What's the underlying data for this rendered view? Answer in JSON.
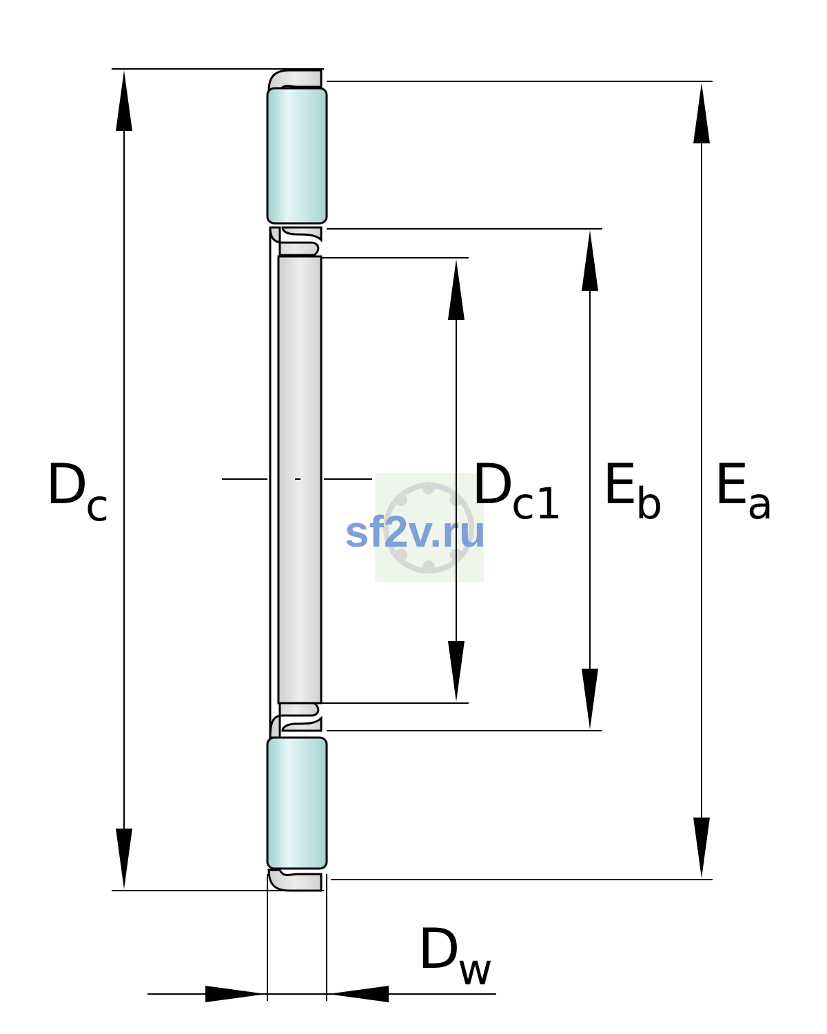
{
  "labels": {
    "dc_main": "D",
    "dc_sub": "c",
    "dc1_main": "D",
    "dc1_sub": "c1",
    "eb_main": "E",
    "eb_sub": "b",
    "ea_main": "E",
    "ea_sub": "a",
    "dw_main": "D",
    "dw_sub": "w"
  },
  "watermark": {
    "text": "sf2v.ru"
  },
  "colors": {
    "roller_fill": "#c9e6e6",
    "cage_fill": "#e0e0e0",
    "line": "#000000",
    "watermark_text": "#7f9fd6",
    "watermark_bg": "#eef5ea"
  }
}
